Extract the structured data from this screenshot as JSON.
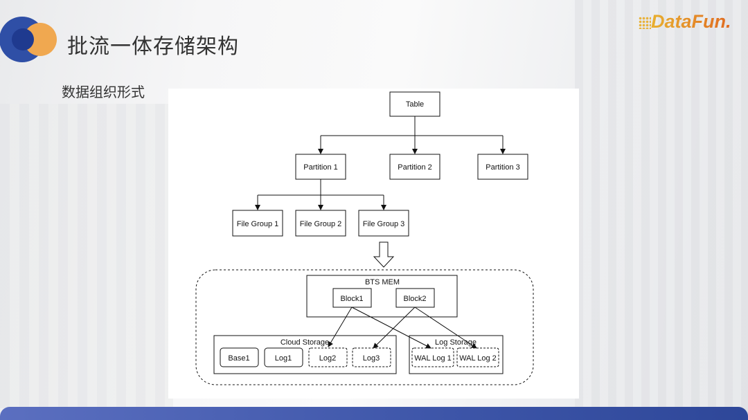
{
  "header": {
    "title": "批流一体存储架构",
    "subtitle": "数据组织形式",
    "brand": "DataFun."
  },
  "colors": {
    "logo_blue": "#2f4fa6",
    "logo_orange": "#f0a850",
    "bar": "#3d55a8"
  },
  "diagram": {
    "table": "Table",
    "partitions": [
      "Partition 1",
      "Partition 2",
      "Partition 3"
    ],
    "file_groups": [
      "File Group 1",
      "File Group 2",
      "File Group 3"
    ],
    "bts_mem": {
      "label": "BTS MEM",
      "blocks": [
        "Block1",
        "Block2"
      ]
    },
    "cloud_storage": {
      "label": "Cloud Storage",
      "items": [
        "Base1",
        "Log1",
        "Log2",
        "Log3"
      ]
    },
    "log_storage": {
      "label": "Log Storage",
      "items": [
        "WAL Log 1",
        "WAL Log 2"
      ]
    }
  }
}
